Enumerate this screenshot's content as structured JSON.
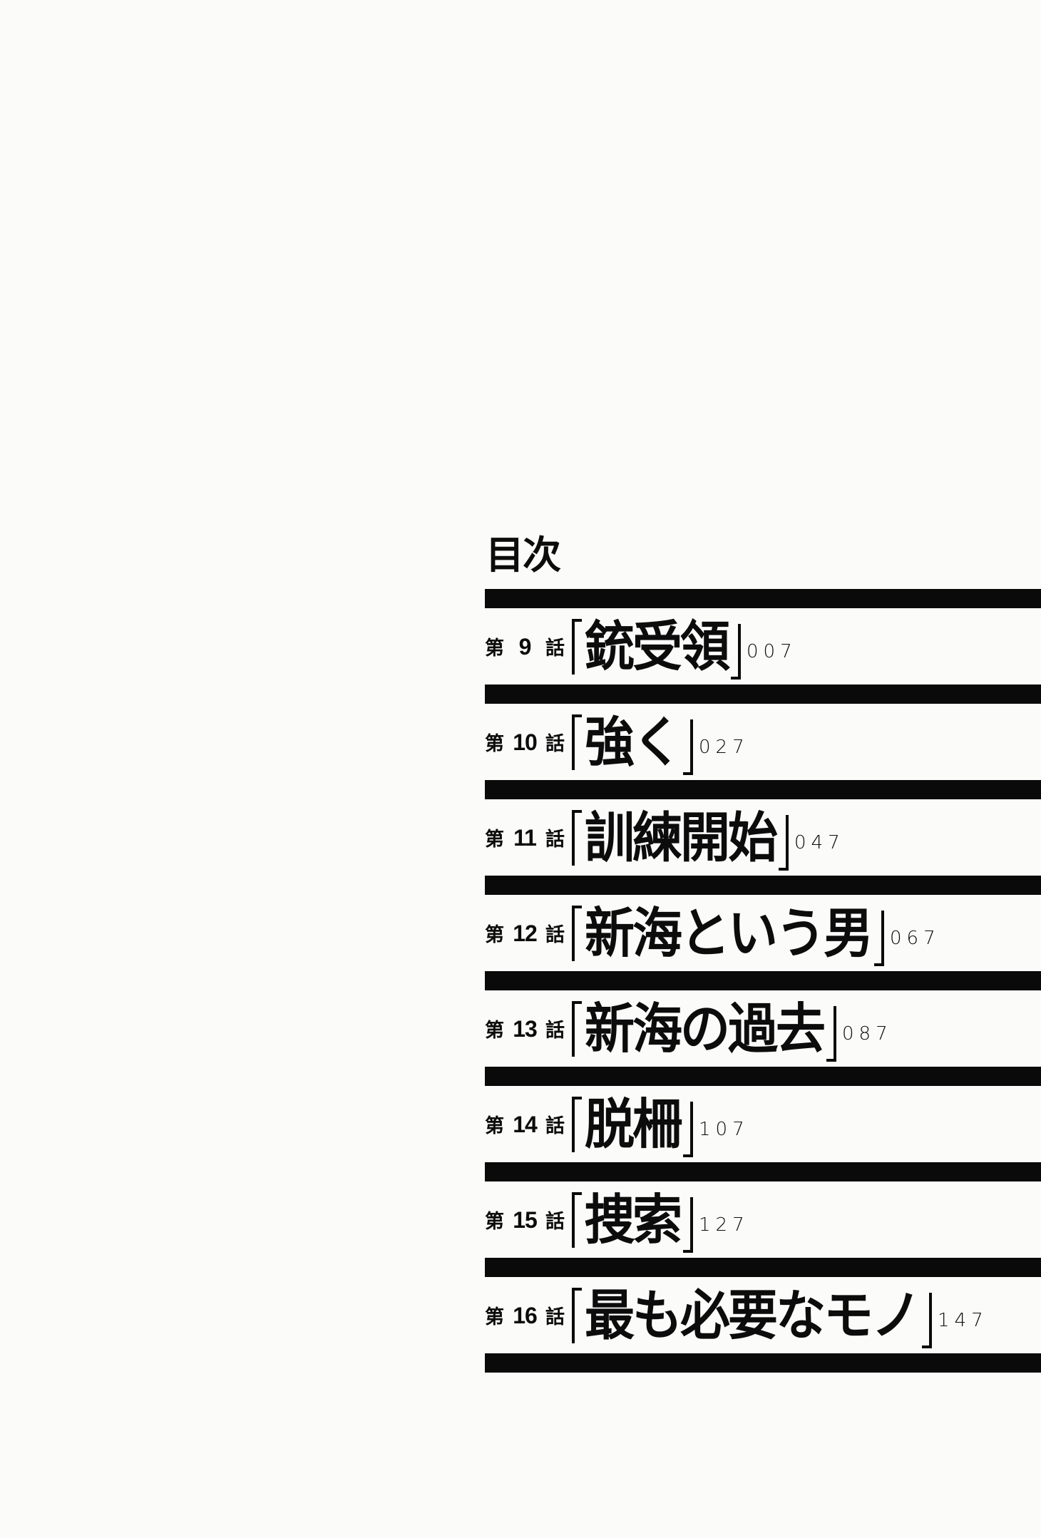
{
  "toc": {
    "heading": "目次",
    "entries": [
      {
        "prefix": "第",
        "number": "9",
        "suffix": "話",
        "title": "銃受領",
        "page": "007"
      },
      {
        "prefix": "第",
        "number": "10",
        "suffix": "話",
        "title": "強く",
        "page": "027"
      },
      {
        "prefix": "第",
        "number": "11",
        "suffix": "話",
        "title": "訓練開始",
        "page": "047"
      },
      {
        "prefix": "第",
        "number": "12",
        "suffix": "話",
        "title": "新海という男",
        "page": "067"
      },
      {
        "prefix": "第",
        "number": "13",
        "suffix": "話",
        "title": "新海の過去",
        "page": "087"
      },
      {
        "prefix": "第",
        "number": "14",
        "suffix": "話",
        "title": "脱柵",
        "page": "107"
      },
      {
        "prefix": "第",
        "number": "15",
        "suffix": "話",
        "title": "捜索",
        "page": "127"
      },
      {
        "prefix": "第",
        "number": "16",
        "suffix": "話",
        "title": "最も必要なモノ",
        "page": "147"
      }
    ]
  }
}
